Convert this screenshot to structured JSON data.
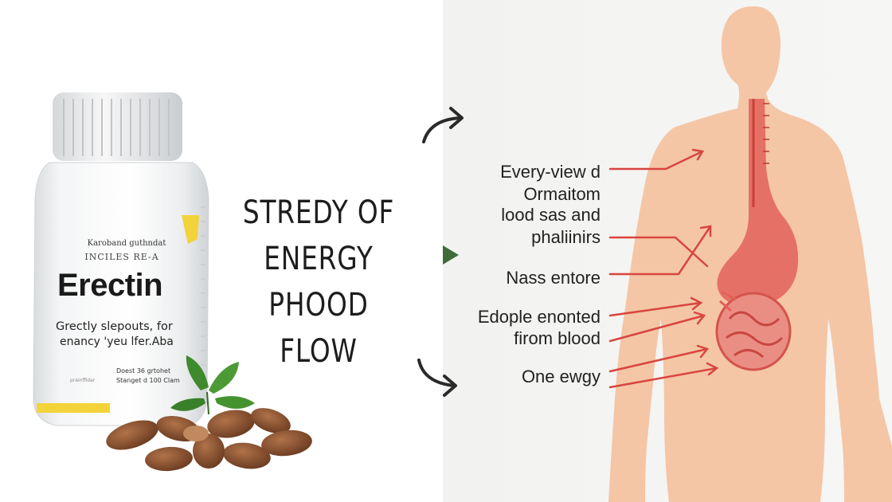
{
  "title": {
    "line1": "STREDY OF",
    "line2": "ENERGY",
    "line3": "PHOOD FLOW"
  },
  "product": {
    "maker": "Karoband guthndat",
    "subline": "INCILES RE-A",
    "brand": "Erectin",
    "tagline1": "Grectly slepouts, for",
    "tagline2": "enancy 'yeu lfer.Aba",
    "dose1": "Doest 36 grtohet",
    "dose2": "Stanget d 100 Clam",
    "footnote": "prainffidar"
  },
  "labels": [
    "Every-view d",
    "Ormaitom",
    "lood sas and",
    "phaliinirs",
    "Nass entore",
    "Edople enonted",
    "firom blood",
    "One ewgy"
  ],
  "colors": {
    "skin": "#f4c6a6",
    "organ": "#e2615a",
    "arrow_red": "#d9453f",
    "arrow_dark": "#2a2a2a",
    "triangle_green": "#3f6b3a"
  }
}
